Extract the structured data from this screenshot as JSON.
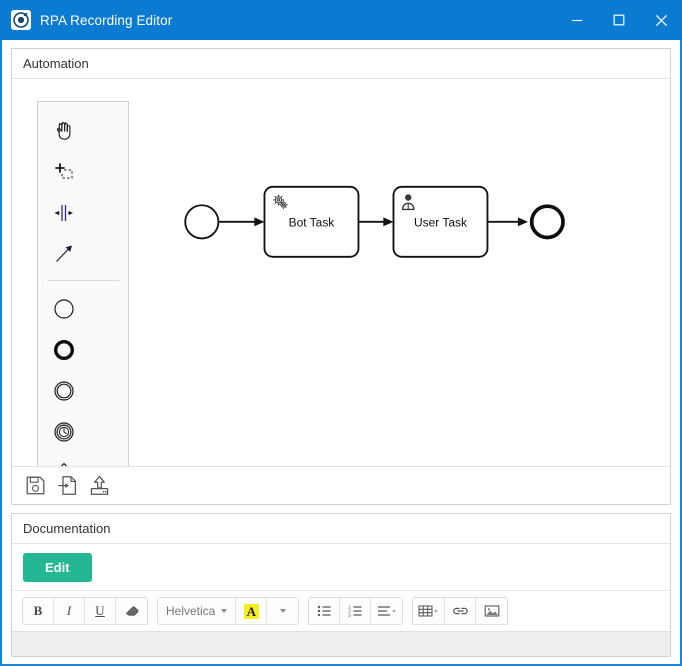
{
  "window": {
    "title": "RPA Recording Editor",
    "app_icon": "record-target-icon",
    "accent_color": "#0b7ad1",
    "frame_border_color": "#1a86d9",
    "controls": [
      {
        "name": "minimize",
        "glyph": "minimize-icon"
      },
      {
        "name": "maximize",
        "glyph": "maximize-icon"
      },
      {
        "name": "close",
        "glyph": "close-icon"
      }
    ]
  },
  "automation": {
    "header": "Automation",
    "palette": {
      "tools": [
        {
          "name": "hand-tool",
          "icon": "hand-icon"
        },
        {
          "name": "lasso-tool",
          "icon": "lasso-select-icon"
        },
        {
          "name": "space-tool",
          "icon": "space-tool-icon"
        },
        {
          "name": "connect-tool",
          "icon": "connection-arrow-icon"
        }
      ],
      "elements": [
        {
          "name": "start-event",
          "icon": "start-event-icon"
        },
        {
          "name": "end-event",
          "icon": "end-event-icon"
        },
        {
          "name": "intermediate-event",
          "icon": "intermediate-event-icon"
        },
        {
          "name": "timer-event",
          "icon": "timer-event-icon"
        },
        {
          "name": "gateway",
          "icon": "gateway-diamond-icon"
        },
        {
          "name": "user-task",
          "icon": "user-task-icon"
        },
        {
          "name": "bot-task",
          "icon": "bot-task-icon"
        }
      ]
    },
    "diagram": {
      "type": "bpmn-process",
      "nodes": [
        {
          "id": "start",
          "type": "start-event",
          "label": ""
        },
        {
          "id": "bot",
          "type": "service-task",
          "label": "Bot Task",
          "marker": "gears-icon"
        },
        {
          "id": "user",
          "type": "user-task",
          "label": "User Task",
          "marker": "person-icon"
        },
        {
          "id": "end",
          "type": "end-event",
          "label": ""
        }
      ],
      "flows": [
        {
          "from": "start",
          "to": "bot"
        },
        {
          "from": "bot",
          "to": "user"
        },
        {
          "from": "user",
          "to": "end"
        }
      ]
    },
    "toolbar": [
      {
        "name": "save",
        "icon": "floppy-disk-icon"
      },
      {
        "name": "import",
        "icon": "file-import-icon"
      },
      {
        "name": "deploy",
        "icon": "upload-icon"
      }
    ]
  },
  "documentation": {
    "header": "Documentation",
    "edit_label": "Edit",
    "edit_color": "#24b793",
    "editor_value": "",
    "toolbar": {
      "bold": "B",
      "italic": "I",
      "underline": "U",
      "eraser_icon": "eraser-icon",
      "font_name": "Helvetica",
      "text_color_letter": "A",
      "text_color_highlight": "#f5ee23",
      "bullet_list_icon": "bullet-list-icon",
      "numbered_list_icon": "numbered-list-icon",
      "align_icon": "align-left-icon",
      "table_icon": "table-icon",
      "link_icon": "link-icon",
      "image_icon": "image-icon"
    }
  }
}
